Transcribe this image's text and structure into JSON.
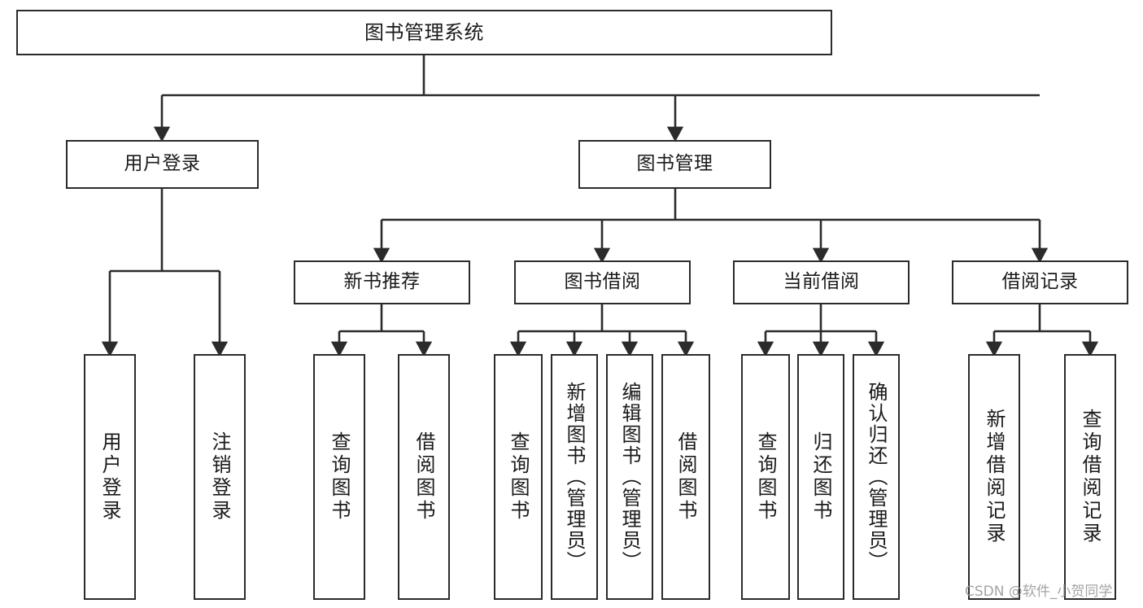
{
  "diagram": {
    "type": "tree-hierarchy",
    "title": "图书管理系统",
    "watermark": "CSDN @软件_小贺同学",
    "colors": {
      "box_border": "#2b2b2b",
      "box_fill": "#ffffff",
      "connector": "#2b2b2b",
      "text": "#1a1a1a",
      "watermark_text": "#9a9a9a",
      "background": "#ffffff"
    },
    "nodes": {
      "root": {
        "label": "图书管理系统"
      },
      "level2": [
        {
          "label": "用户登录"
        },
        {
          "label": "图书管理"
        }
      ],
      "level3": [
        {
          "label": "新书推荐"
        },
        {
          "label": "图书借阅"
        },
        {
          "label": "当前借阅"
        },
        {
          "label": "借阅记录"
        }
      ],
      "leaves": {
        "user_login": [
          {
            "label": "用户登录"
          },
          {
            "label": "注销登录"
          }
        ],
        "new_book_recommend": [
          {
            "label": "查询图书"
          },
          {
            "label": "借阅图书"
          }
        ],
        "book_borrow": [
          {
            "label": "查询图书"
          },
          {
            "label": "新增图书（管理员）"
          },
          {
            "label": "编辑图书（管理员）"
          },
          {
            "label": "借阅图书"
          }
        ],
        "current_borrow": [
          {
            "label": "查询图书"
          },
          {
            "label": "归还图书"
          },
          {
            "label": "确认归还（管理员）"
          }
        ],
        "borrow_record": [
          {
            "label": "新增借阅记录"
          },
          {
            "label": "查询借阅记录"
          }
        ]
      }
    }
  }
}
